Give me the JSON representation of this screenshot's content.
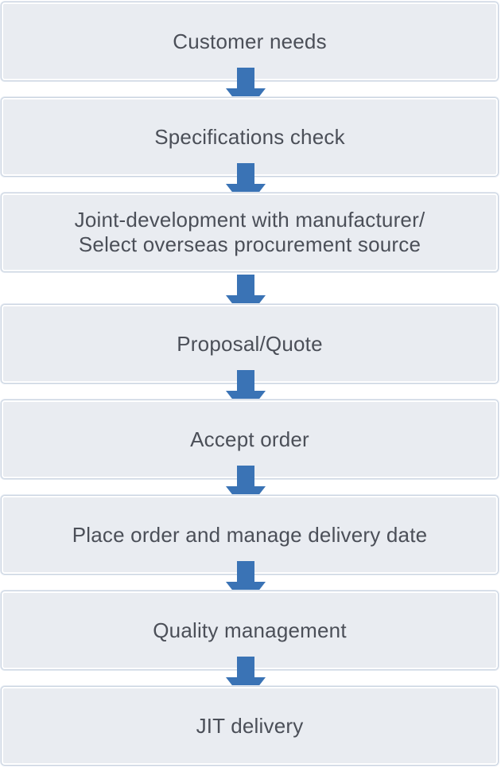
{
  "colors": {
    "box_fill": "#e9ecf1",
    "box_border": "#c9d3e0",
    "text": "#4b4f58",
    "arrow": "#3a73b5"
  },
  "steps": [
    {
      "label": "Customer needs"
    },
    {
      "label": "Specifications check"
    },
    {
      "label": "Joint-development with manufacturer/\nSelect overseas procurement source"
    },
    {
      "label": "Proposal/Quote"
    },
    {
      "label": "Accept order"
    },
    {
      "label": "Place order and manage delivery date"
    },
    {
      "label": "Quality management"
    },
    {
      "label": "JIT delivery"
    }
  ],
  "arrow_icon": "down-arrow-icon"
}
